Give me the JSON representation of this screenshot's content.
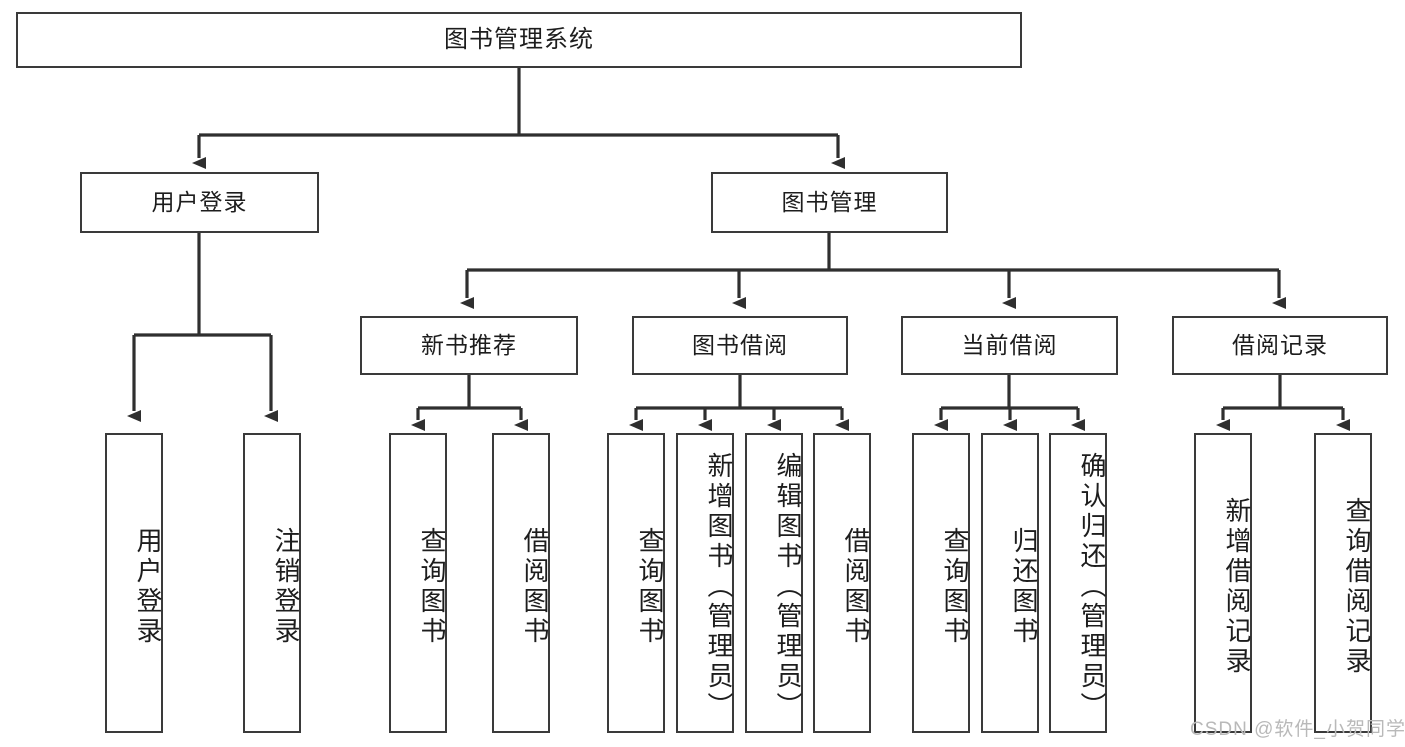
{
  "diagram": {
    "title": "图书管理系统",
    "type": "hierarchy-tree",
    "root": {
      "label": "图书管理系统"
    },
    "level1": [
      {
        "label": "用户登录"
      },
      {
        "label": "图书管理"
      }
    ],
    "level2": [
      {
        "label": "新书推荐"
      },
      {
        "label": "图书借阅"
      },
      {
        "label": "当前借阅"
      },
      {
        "label": "借阅记录"
      }
    ],
    "leaves": {
      "user_login": [
        {
          "label": "用户登录"
        },
        {
          "label": "注销登录"
        }
      ],
      "new_book_recommend": [
        {
          "label": "查询图书"
        },
        {
          "label": "借阅图书"
        }
      ],
      "book_borrow": [
        {
          "label": "查询图书"
        },
        {
          "label": "新增图书（管理员）"
        },
        {
          "label": "编辑图书（管理员）"
        },
        {
          "label": "借阅图书"
        }
      ],
      "current_borrow": [
        {
          "label": "查询图书"
        },
        {
          "label": "归还图书"
        },
        {
          "label": "确认归还（管理员）"
        }
      ],
      "borrow_record": [
        {
          "label": "新增借阅记录"
        },
        {
          "label": "查询借阅记录"
        }
      ]
    },
    "watermark": "CSDN @软件_小贺同学",
    "colors": {
      "stroke": "#3a3a3a",
      "fill": "#ffffff",
      "text": "#1d1d1d",
      "watermark": "#b9b9b9"
    }
  }
}
